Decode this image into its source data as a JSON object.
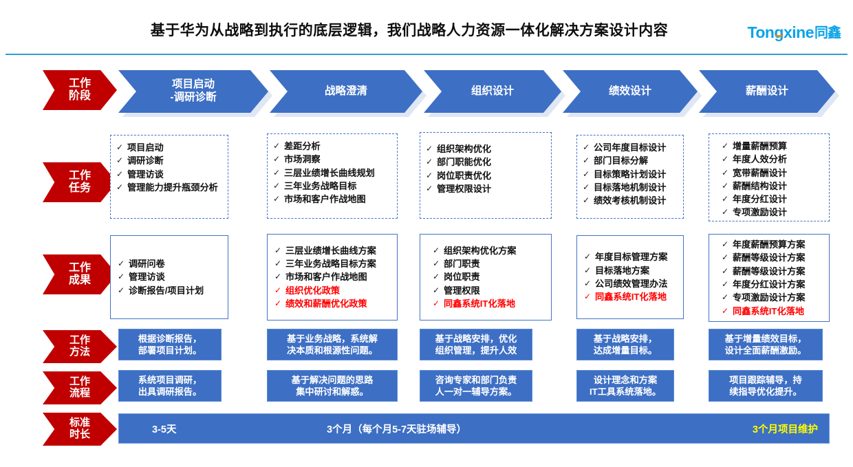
{
  "header": {
    "title": "基于华为从战略到执行的底层逻辑，我们战略人力资源一体化解决方案设计内容",
    "logo_latin": "Tongxine",
    "logo_cn": "同鑫",
    "accent_blue": "#0aa3e8",
    "accent_orange": "#f2870d"
  },
  "row_labels": {
    "stage": [
      "工作",
      "阶段"
    ],
    "task": [
      "工作",
      "任务"
    ],
    "result": [
      "工作",
      "成果"
    ],
    "method": [
      "工作",
      "方法"
    ],
    "process": [
      "工作",
      "流程"
    ],
    "duration": [
      "标准",
      "时长"
    ]
  },
  "colors": {
    "label_red": "#c00000",
    "stage_blue": "#3d6fc4",
    "box_border": "#4472c4",
    "red_text": "#ff0000",
    "yellow_text": "#ffff00"
  },
  "stages": [
    {
      "line1": "项目启动",
      "line2": "-调研诊断"
    },
    {
      "line1": "战略澄清",
      "line2": ""
    },
    {
      "line1": "组织设计",
      "line2": ""
    },
    {
      "line1": "绩效设计",
      "line2": ""
    },
    {
      "line1": "薪酬设计",
      "line2": ""
    }
  ],
  "tasks": [
    {
      "items": [
        {
          "text": "项目启动",
          "red": false
        },
        {
          "text": "调研诊断",
          "red": false
        },
        {
          "text": "管理访谈",
          "red": false
        },
        {
          "text": "管理能力提升瓶颈分析",
          "red": false
        }
      ]
    },
    {
      "items": [
        {
          "text": "差距分析",
          "red": false
        },
        {
          "text": "市场洞察",
          "red": false
        },
        {
          "text": "三层业绩增长曲线规划",
          "red": false
        },
        {
          "text": "三年业务战略目标",
          "red": false
        },
        {
          "text": "市场和客户作战地图",
          "red": false
        }
      ]
    },
    {
      "items": [
        {
          "text": "组织架构优化",
          "red": false
        },
        {
          "text": "部门职能优化",
          "red": false
        },
        {
          "text": "岗位职责优化",
          "red": false
        },
        {
          "text": "管理权限设计",
          "red": false
        }
      ]
    },
    {
      "items": [
        {
          "text": "公司年度目标设计",
          "red": false
        },
        {
          "text": "部门目标分解",
          "red": false
        },
        {
          "text": "目标策略计划设计",
          "red": false
        },
        {
          "text": "目标落地机制设计",
          "red": false
        },
        {
          "text": "绩效考核机制设计",
          "red": false
        }
      ]
    },
    {
      "items": [
        {
          "text": "增量薪酬预算",
          "red": false
        },
        {
          "text": "年度人效分析",
          "red": false
        },
        {
          "text": "宽带薪酬设计",
          "red": false
        },
        {
          "text": "薪酬结构设计",
          "red": false
        },
        {
          "text": "年度分红设计",
          "red": false
        },
        {
          "text": "专项激励设计",
          "red": false
        }
      ]
    }
  ],
  "results": [
    {
      "items": [
        {
          "text": "调研问卷",
          "red": false
        },
        {
          "text": "管理访谈",
          "red": false
        },
        {
          "text": "诊断报告/项目计划",
          "red": false
        }
      ]
    },
    {
      "items": [
        {
          "text": "三层业绩增长曲线方案",
          "red": false
        },
        {
          "text": "三年业务战略目标方案",
          "red": false
        },
        {
          "text": "市场和客户作战地图",
          "red": false
        },
        {
          "text": "组织优化政策",
          "red": true
        },
        {
          "text": "绩效和薪酬优化政策",
          "red": true
        }
      ]
    },
    {
      "items": [
        {
          "text": "组织架构优化方案",
          "red": false
        },
        {
          "text": "部门职责",
          "red": false
        },
        {
          "text": "岗位职责",
          "red": false
        },
        {
          "text": "管理权限",
          "red": false
        },
        {
          "text": "同鑫系统IT化落地",
          "red": true
        }
      ]
    },
    {
      "items": [
        {
          "text": "年度目标管理方案",
          "red": false
        },
        {
          "text": "目标落地方案",
          "red": false
        },
        {
          "text": "公司绩效管理办法",
          "red": false
        },
        {
          "text": "同鑫系统IT化落地",
          "red": true
        }
      ]
    },
    {
      "items": [
        {
          "text": "年度薪酬预算方案",
          "red": false
        },
        {
          "text": "薪酬等级设计方案",
          "red": false
        },
        {
          "text": "薪酬等级设计方案",
          "red": false
        },
        {
          "text": "年度分红设计方案",
          "red": false
        },
        {
          "text": "专项激励设计方案",
          "red": false
        },
        {
          "text": "同鑫系统IT化落地",
          "red": true
        }
      ]
    }
  ],
  "methods": [
    {
      "line1": "根据诊断报告，",
      "line2": "部署项目计划。"
    },
    {
      "line1": "基于业务战略，系统解",
      "line2": "决本质和根源性问题。"
    },
    {
      "line1": "基于战略安排，优化",
      "line2": "组织管理，提升人效"
    },
    {
      "line1": "基于战略安排，",
      "line2": "达成增量目标。"
    },
    {
      "line1": "基于增量绩效目标，",
      "line2": "设计全面薪酬激励。"
    }
  ],
  "processes": [
    {
      "line1": "系统项目调研，",
      "line2": "出具调研报告。"
    },
    {
      "line1": "基于解决问题的思路",
      "line2": "集中研讨和解惑。"
    },
    {
      "line1": "咨询专家和部门负责",
      "line2": "人一对一辅导方案。"
    },
    {
      "line1": "设计理念和方案",
      "line2": "IT工具系统落地。"
    },
    {
      "line1": "项目跟踪辅导，持",
      "line2": "续指导优化提升。"
    }
  ],
  "duration": {
    "seg1": "3-5天",
    "seg2": "3个月（每个月5-7天驻场辅导）",
    "seg3": "3个月项目维护"
  }
}
